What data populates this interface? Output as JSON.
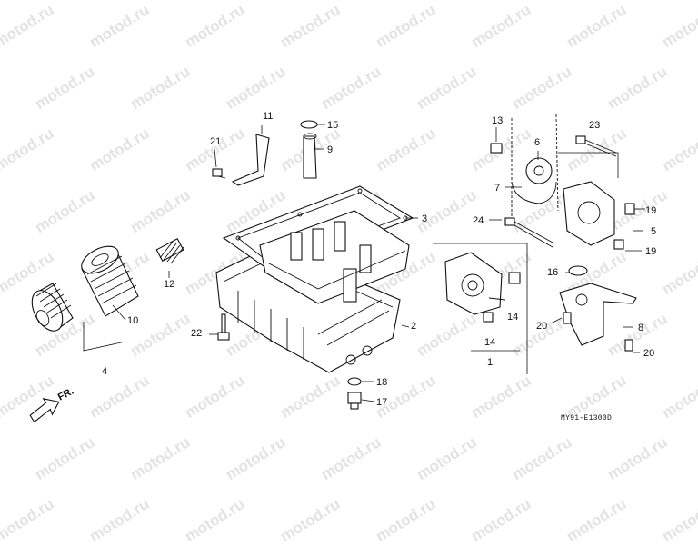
{
  "watermark": "motod.ru",
  "diagram_code": "MY91-E1300D",
  "direction_label": "FR.",
  "callouts": [
    "1",
    "2",
    "3",
    "4",
    "5",
    "6",
    "7",
    "8",
    "9",
    "10",
    "11",
    "12",
    "13",
    "14",
    "14",
    "15",
    "16",
    "17",
    "18",
    "19",
    "19",
    "20",
    "20",
    "21",
    "22",
    "23",
    "24"
  ],
  "colors": {
    "line": "#111111",
    "watermark": "#e3e3e3",
    "background": "#ffffff"
  }
}
